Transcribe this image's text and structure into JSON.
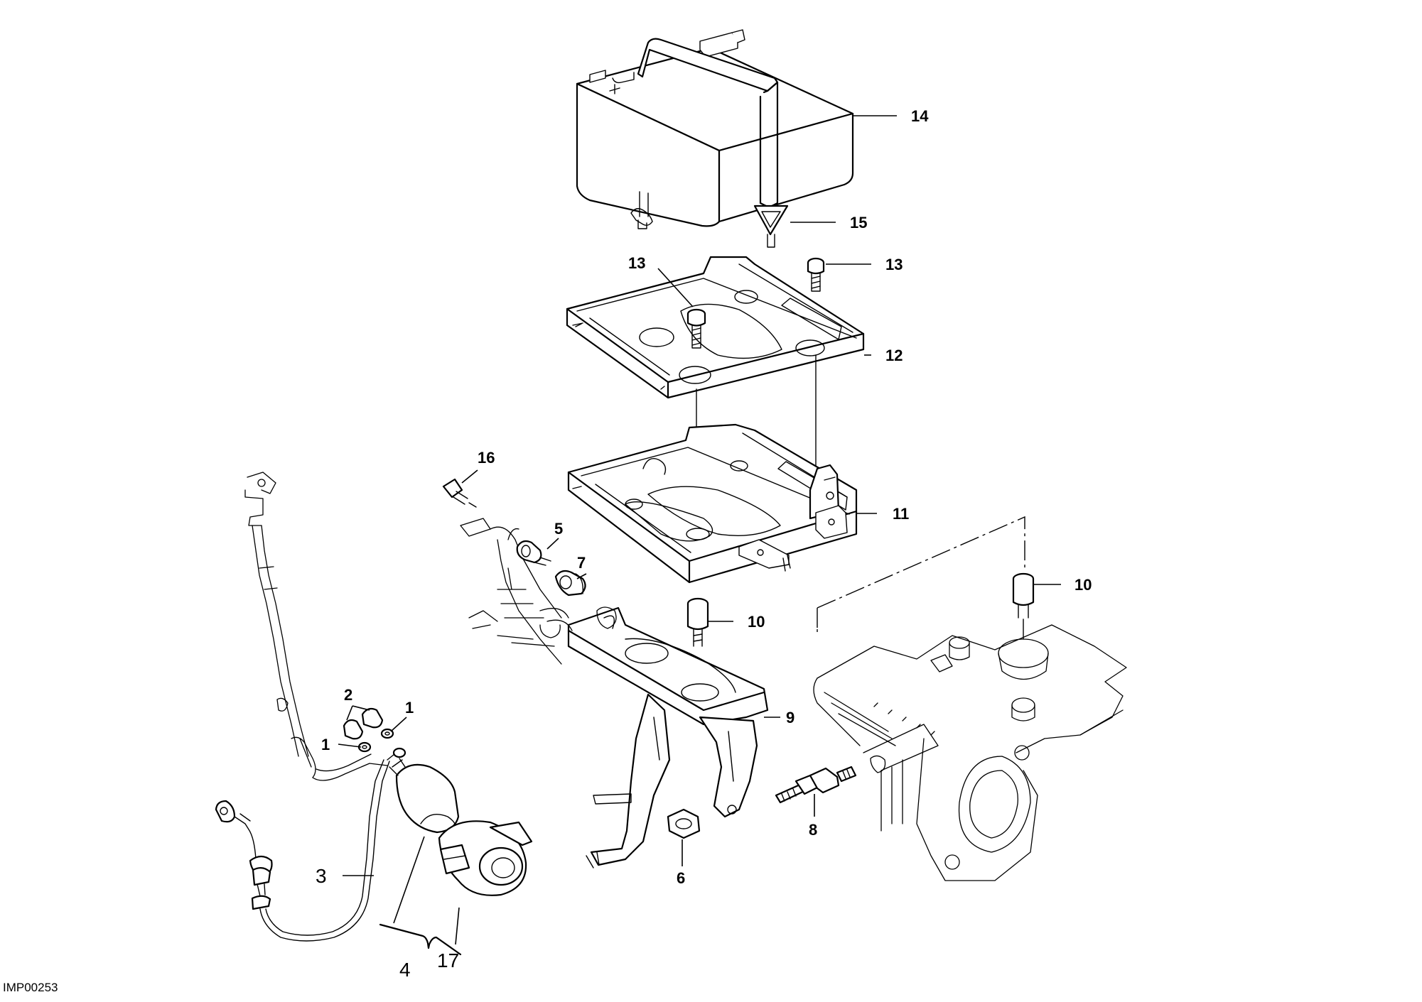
{
  "diagram": {
    "reference_code": "IMP00253",
    "callouts": [
      {
        "id": "c14",
        "label": "14",
        "style": "bold"
      },
      {
        "id": "c15",
        "label": "15",
        "style": "bold"
      },
      {
        "id": "c13a",
        "label": "13",
        "style": "bold"
      },
      {
        "id": "c13b",
        "label": "13",
        "style": "bold"
      },
      {
        "id": "c12",
        "label": "12",
        "style": "bold"
      },
      {
        "id": "c16",
        "label": "16",
        "style": "bold"
      },
      {
        "id": "c11",
        "label": "11",
        "style": "bold"
      },
      {
        "id": "c5",
        "label": "5",
        "style": "bold"
      },
      {
        "id": "c7",
        "label": "7",
        "style": "bold"
      },
      {
        "id": "c10a",
        "label": "10",
        "style": "bold"
      },
      {
        "id": "c10b",
        "label": "10",
        "style": "bold"
      },
      {
        "id": "c2",
        "label": "2",
        "style": "bold"
      },
      {
        "id": "c1a",
        "label": "1",
        "style": "bold"
      },
      {
        "id": "c1b",
        "label": "1",
        "style": "bold"
      },
      {
        "id": "c9",
        "label": "9",
        "style": "bold"
      },
      {
        "id": "c8",
        "label": "8",
        "style": "bold"
      },
      {
        "id": "c6",
        "label": "6",
        "style": "bold"
      },
      {
        "id": "c3",
        "label": "3",
        "style": "plain"
      },
      {
        "id": "c17",
        "label": "17",
        "style": "plain"
      },
      {
        "id": "c4",
        "label": "4",
        "style": "plain"
      }
    ]
  }
}
